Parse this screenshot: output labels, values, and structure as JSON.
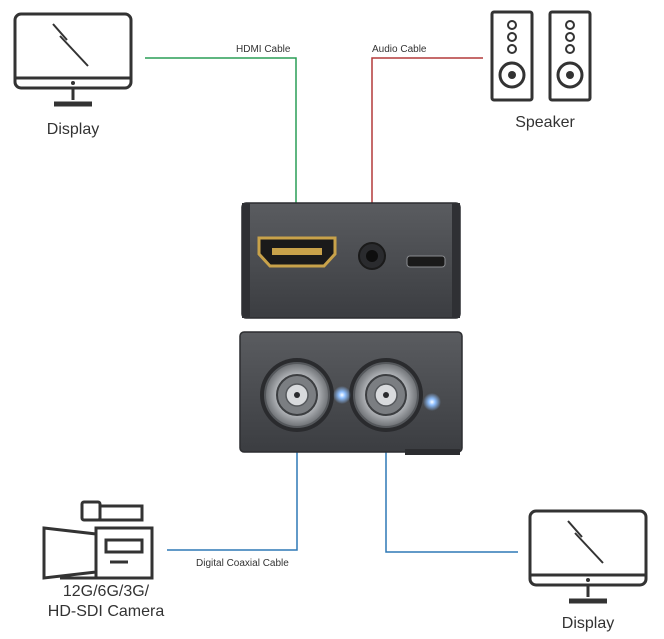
{
  "devices": {
    "display_top": {
      "label": "Display"
    },
    "speaker": {
      "label": "Speaker"
    },
    "camera": {
      "label_line1": "12G/6G/3G/",
      "label_line2": "HD-SDI Camera"
    },
    "display_bottom": {
      "label": "Display"
    }
  },
  "cables": {
    "hdmi": {
      "label": "HDMI Cable",
      "color": "#2a9d56"
    },
    "audio": {
      "label": "Audio Cable",
      "color": "#b33a3a"
    },
    "coax": {
      "label": "Digital Coaxial Cable",
      "color": "#2f78b5"
    }
  },
  "colors": {
    "device_body": "#4a4c50",
    "device_edge": "#2c2d30",
    "hdmi_port": "#c8a24a",
    "led": "#6aa8ff",
    "icon_stroke": "#333333"
  }
}
